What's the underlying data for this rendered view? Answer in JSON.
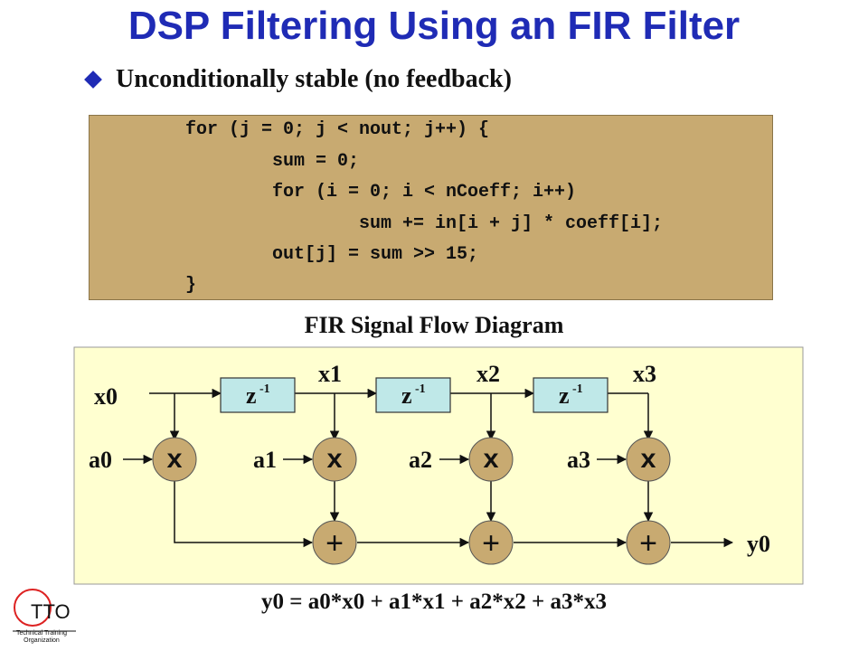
{
  "title": "DSP Filtering Using an FIR Filter",
  "bullet": "Unconditionally stable (no feedback)",
  "code": [
    "for (j = 0; j < nout; j++) {",
    "sum = 0;",
    "for (i = 0; i < nCoeff; i++)",
    "sum += in[i + j] * coeff[i];",
    "out[j] = sum >> 15;",
    "}"
  ],
  "diagram": {
    "title": "FIR Signal Flow Diagram",
    "input": "x0",
    "taps": [
      "x1",
      "x2",
      "x3"
    ],
    "delay": {
      "base": "z",
      "exp": "-1"
    },
    "coeffs": [
      "a0",
      "a1",
      "a2",
      "a3"
    ],
    "multiply_symbol": "x",
    "add_symbol": "+",
    "output": "y0",
    "equation": "y0 = a0*x0 + a1*x1 + a2*x2 + a3*x3"
  },
  "logo": {
    "text": "TTO",
    "subtitle_line1": "Technical Training",
    "subtitle_line2": "Organization"
  },
  "colors": {
    "title": "#1f2bb5",
    "code_bg": "#c8aa71",
    "diagram_bg": "#ffffd0",
    "node_fill": "#c8aa71",
    "delay_fill": "#bfe8e8"
  }
}
